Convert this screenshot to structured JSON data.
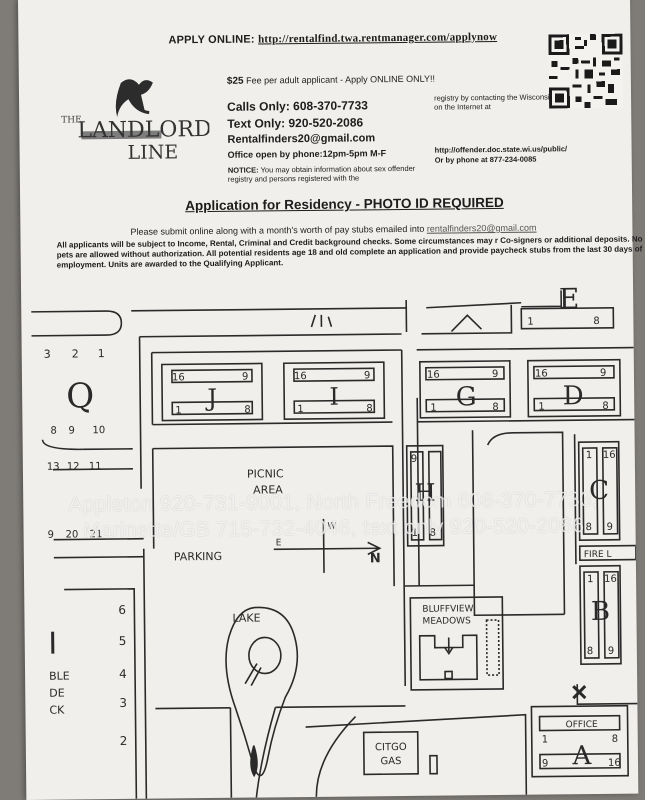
{
  "header": {
    "apply_label": "APPLY ONLINE:",
    "apply_url": "http://rentalfind.twa.rentmanager.com/applynow",
    "fee": "$25",
    "fee_text": "Fee per adult applicant - Apply ONLINE ONLY!!",
    "calls": "Calls Only: 608-370-7733",
    "text": "Text Only: 920-520-2086",
    "email": "Rentalfinders20@gmail.com",
    "hours": "Office open by phone:12pm-5pm M-F",
    "notice_label": "NOTICE:",
    "notice_text": "You may obtain information about sex offender registry and persons registered with the",
    "registry_text": "registry by contacting the Wisconsin Dept. of Corrections on the Internet at",
    "offender_url": "http://offender.doc.state.wi.us/public/",
    "offender_phone": "Or by phone at 877-234-0085"
  },
  "logo": {
    "line1": "THE",
    "line2": "LANDLORD",
    "line3": "LINE"
  },
  "application": {
    "title": "Application for Residency - PHOTO ID REQUIRED",
    "submit_text": "Please submit online along with a month's worth of pay stubs emailed into",
    "submit_email": "rentalfinders20@gmail.com",
    "requirements": "All applicants will be subject to Income, Rental, Criminal and Credit background checks. Some circumstances may r Co-signers or additional deposits. No pets are allowed without authorization. All potential residents age 18 and old complete an application and provide paycheck stubs from the last 30 days of employment. Units are awarded to the Qualifying Applicant."
  },
  "map": {
    "buildings": {
      "j": {
        "letter": "J",
        "nums": [
          "16",
          "9",
          "1",
          "8"
        ]
      },
      "i": {
        "letter": "I",
        "nums": [
          "16",
          "9",
          "1",
          "8"
        ]
      },
      "g": {
        "letter": "G",
        "nums": [
          "16",
          "9",
          "1",
          "8"
        ]
      },
      "d": {
        "letter": "D",
        "nums": [
          "16",
          "9",
          "1",
          "8"
        ]
      },
      "e": {
        "letter": "E",
        "nums": [
          "1",
          "8"
        ]
      },
      "h": {
        "letter": "H",
        "nums": [
          "9",
          "1",
          "8"
        ]
      },
      "c": {
        "letter": "C",
        "nums": [
          "1",
          "16",
          "8",
          "9"
        ]
      },
      "b": {
        "letter": "B",
        "nums": [
          "1",
          "16",
          "8",
          "9"
        ]
      },
      "a": {
        "letter": "A",
        "nums": [
          "1",
          "8",
          "9",
          "16"
        ]
      },
      "q": {
        "letter": "Q"
      }
    },
    "labels": {
      "picnic": "PICNIC",
      "area": "AREA",
      "parking": "PARKING",
      "lake": "LAKE",
      "bluffview": "BLUFFVIEW",
      "meadows": "MEADOWS",
      "fire": "FIRE L",
      "office": "OFFICE",
      "citgo": "CITGO",
      "gas": "GAS",
      "compass_w": "W",
      "compass_e": "E",
      "compass_n": "N"
    },
    "left_numbers": [
      "3",
      "2",
      "1",
      "8",
      "9",
      "10",
      "13",
      "12",
      "11",
      "9",
      "20",
      "21"
    ],
    "left_column": [
      "6",
      "5",
      "4",
      "3",
      "2"
    ],
    "left_fragments": [
      "BLE",
      "DE",
      "CK"
    ]
  },
  "watermark": "Appleton 920-731-9001, North Freedom 608-370-7733, Marinette/GB 715-732-4046, text only 920-520-2086"
}
